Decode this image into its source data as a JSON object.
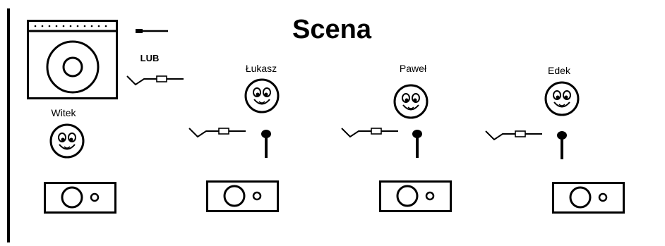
{
  "title": "Scena",
  "labels": {
    "alt": "LUB"
  },
  "musicians": [
    {
      "name": "Witek"
    },
    {
      "name": "Łukasz"
    },
    {
      "name": "Paweł"
    },
    {
      "name": "Edek"
    }
  ],
  "colors": {
    "ink": "#000000",
    "background": "#ffffff"
  }
}
